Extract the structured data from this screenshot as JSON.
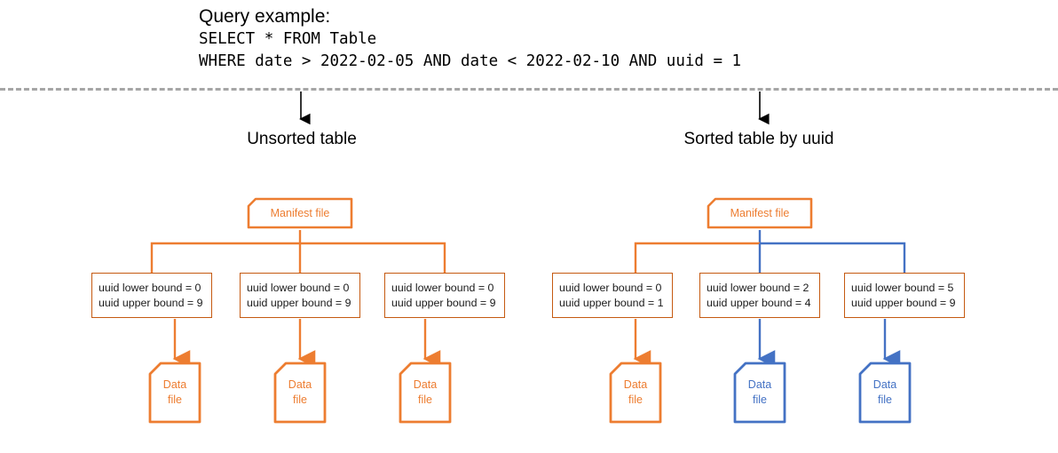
{
  "query": {
    "title": "Query example:",
    "lines": [
      "SELECT * FROM Table",
      "WHERE date > 2022-02-05 AND date < 2022-02-10 AND uuid = 1"
    ]
  },
  "colors": {
    "orange": "#ED7D31",
    "orange_dark": "#C55A11",
    "blue": "#4472C4",
    "divider_gray": "#A6A6A6",
    "text_black": "#000000"
  },
  "sections": [
    {
      "id": "unsorted",
      "title": "Unsorted table",
      "manifest": {
        "label": "Manifest file",
        "color": "#ED7D31"
      },
      "branches": [
        {
          "bounds": {
            "lower_label": "uuid lower bound = 0",
            "upper_label": "uuid upper bound = 9"
          },
          "arrow_color": "#ED7D31",
          "datafile": {
            "line1": "Data",
            "line2": "file",
            "color": "#ED7D31"
          }
        },
        {
          "bounds": {
            "lower_label": "uuid lower bound = 0",
            "upper_label": "uuid upper bound = 9"
          },
          "arrow_color": "#ED7D31",
          "datafile": {
            "line1": "Data",
            "line2": "file",
            "color": "#ED7D31"
          }
        },
        {
          "bounds": {
            "lower_label": "uuid lower bound = 0",
            "upper_label": "uuid upper bound = 9"
          },
          "arrow_color": "#ED7D31",
          "datafile": {
            "line1": "Data",
            "line2": "file",
            "color": "#ED7D31"
          }
        }
      ]
    },
    {
      "id": "sorted",
      "title": "Sorted table by uuid",
      "manifest": {
        "label": "Manifest file",
        "color": "#ED7D31"
      },
      "branches": [
        {
          "bounds": {
            "lower_label": "uuid lower bound = 0",
            "upper_label": "uuid upper bound = 1"
          },
          "arrow_color": "#ED7D31",
          "datafile": {
            "line1": "Data",
            "line2": "file",
            "color": "#ED7D31"
          }
        },
        {
          "bounds": {
            "lower_label": "uuid lower bound = 2",
            "upper_label": "uuid upper bound = 4"
          },
          "arrow_color": "#4472C4",
          "datafile": {
            "line1": "Data",
            "line2": "file",
            "color": "#4472C4"
          }
        },
        {
          "bounds": {
            "lower_label": "uuid lower bound = 5",
            "upper_label": "uuid upper bound = 9"
          },
          "arrow_color": "#4472C4",
          "datafile": {
            "line1": "Data",
            "line2": "file",
            "color": "#4472C4"
          }
        }
      ]
    }
  ]
}
